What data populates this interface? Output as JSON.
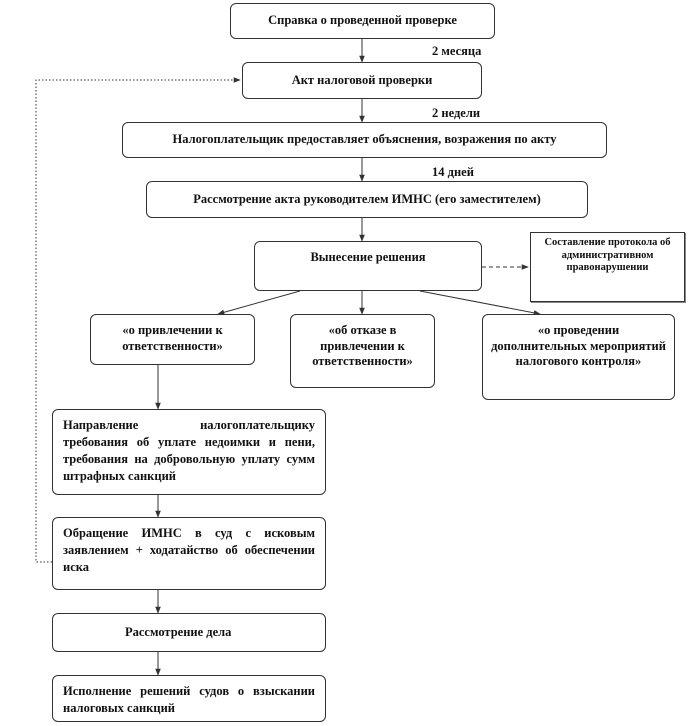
{
  "boxes": {
    "spravka": "Справка о проведенной проверке",
    "akt": "Акт налоговой проверки",
    "obyasneniya": "Налогоплательщик предоставляет объяснения, возражения по акту",
    "rassmotrenie_akta": "Рассмотрение акта руководителем ИМНС (его заместителем)",
    "vynesenie": "Вынесение решения",
    "protokol": "Составление протокола об административном правонарушении",
    "privlechenie": "«о привлечении к ответственности»",
    "otkaz": "«об отказе в привлечении к ответственности»",
    "meropriyatiya": "«о проведении дополнительных мероприятий налогового контроля»",
    "trebovanie": "Направление налогоплательщику требования об уплате недоимки и пени, требования на добровольную уплату сумм штрафных санкций",
    "sud": "Обращение ИМНС в суд с исковым заявлением + ходатайство об обеспечении иска",
    "rassmotrenie_dela": "Рассмотрение дела",
    "ispolnenie": "Исполнение решений судов о взыскании налоговых санкций"
  },
  "labels": {
    "two_months": "2 месяца",
    "two_weeks": "2 недели",
    "fourteen_days": "14 дней"
  },
  "colors": {
    "line": "#333333",
    "box_border": "#333333",
    "background": "#ffffff"
  }
}
